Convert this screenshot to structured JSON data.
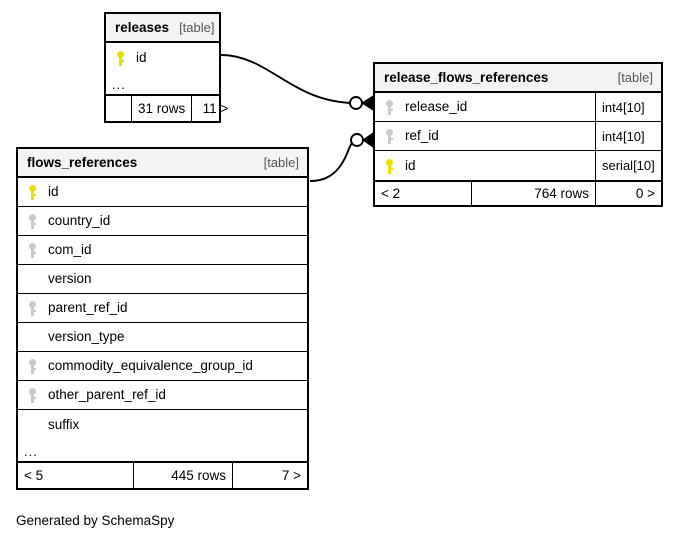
{
  "diagram": {
    "caption": "Generated by SchemaSpy",
    "table_tag": "[table]",
    "ellipsis": "...",
    "rows_suffix": "rows"
  },
  "tables": {
    "releases": {
      "name": "releases",
      "tag": "[table]",
      "columns": [
        {
          "name": "id",
          "key": "pk"
        }
      ],
      "has_ellipsis": true,
      "footer": {
        "left": "",
        "middle": "31 rows",
        "right": "11 >"
      }
    },
    "release_flows_references": {
      "name": "release_flows_references",
      "tag": "[table]",
      "columns": [
        {
          "name": "release_id",
          "key": "fk",
          "type": "int4[10]"
        },
        {
          "name": "ref_id",
          "key": "fk",
          "type": "int4[10]"
        },
        {
          "name": "id",
          "key": "pk",
          "type": "serial[10]"
        }
      ],
      "has_ellipsis": false,
      "footer": {
        "left": "< 2",
        "middle": "764 rows",
        "right": "0 >"
      }
    },
    "flows_references": {
      "name": "flows_references",
      "tag": "[table]",
      "columns": [
        {
          "name": "id",
          "key": "pk"
        },
        {
          "name": "country_id",
          "key": "fk"
        },
        {
          "name": "com_id",
          "key": "fk"
        },
        {
          "name": "version",
          "key": "none"
        },
        {
          "name": "parent_ref_id",
          "key": "fk"
        },
        {
          "name": "version_type",
          "key": "none"
        },
        {
          "name": "commodity_equivalence_group_id",
          "key": "fk"
        },
        {
          "name": "other_parent_ref_id",
          "key": "fk"
        },
        {
          "name": "suffix",
          "key": "none"
        }
      ],
      "has_ellipsis": true,
      "footer": {
        "left": "< 5",
        "middle": "445 rows",
        "right": "7 >"
      }
    }
  },
  "relationships": [
    {
      "id": "releases-to-release_flows_references",
      "from_table": "releases",
      "from_column": "id",
      "to_table": "release_flows_references",
      "to_column": "release_id",
      "from_cardinality": "one",
      "to_cardinality": "zero-or-many"
    },
    {
      "id": "flows_references-to-release_flows_references",
      "from_table": "flows_references",
      "from_column": "id",
      "to_table": "release_flows_references",
      "to_column": "ref_id",
      "from_cardinality": "one",
      "to_cardinality": "zero-or-many"
    }
  ],
  "colors": {
    "primary_key": "#e8e000",
    "foreign_key": "#c9c9c9",
    "border": "#000000",
    "header_background": "#f4f4f4",
    "canvas_background": "#ffffff"
  }
}
